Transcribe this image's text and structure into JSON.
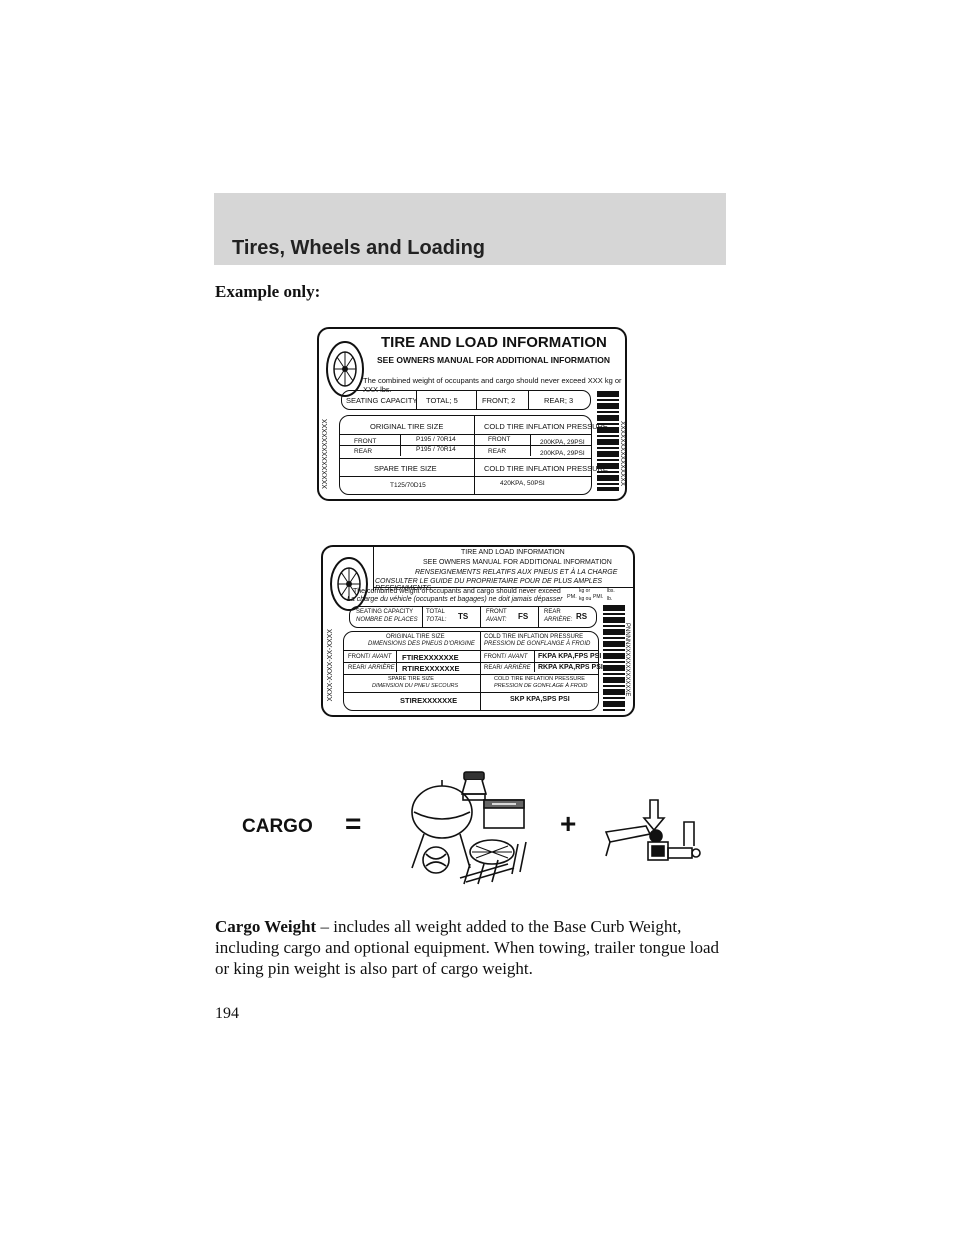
{
  "header": {
    "section_title": "Tires, Wheels and Loading"
  },
  "example_label": "Example only:",
  "label1": {
    "title": "TIRE AND LOAD INFORMATION",
    "subtitle": "SEE OWNERS MANUAL FOR ADDITIONAL INFORMATION",
    "weight_note": "The combined weight of occupants and cargo should never exceed XXX kg or XXX lbs.",
    "seating_capacity": "SEATING CAPACITY",
    "total": "TOTAL;  5",
    "front": "FRONT;  2",
    "rear": "REAR;  3",
    "original_tire_size": "ORIGINAL TIRE SIZE",
    "cold_tire_pressure": "COLD TIRE INFLATION PRESSURE",
    "front_label": "FRONT",
    "front_size": "P195 / 70R14",
    "front_label2": "FRONT",
    "front_pressure": "200KPA, 29PSI",
    "rear_label": "REAR",
    "rear_size": "P195 / 70R14",
    "rear_label2": "REAR",
    "rear_pressure": "200KPA, 29PSI",
    "spare_tire_size": "SPARE TIRE SIZE",
    "spare_cold_pressure": "COLD TIRE INFLATION PRESSURE",
    "spare_size": "T125/70D15",
    "spare_pressure": "420KPA, 50PSI",
    "side_code": "XXXXXXXXXXXXXXX",
    "side_code_right": "XXXXXXXXXXXXXXX"
  },
  "label2": {
    "title": "TIRE AND LOAD INFORMATION",
    "subtitle": "SEE OWNERS MANUAL FOR ADDITIONAL INFORMATION",
    "title_fr": "RENSEIGNEMENTS RELATIFS AUX PNEUS ET À LA CHARGE",
    "subtitle_fr": "CONSULTER LE GUIDE DU PROPRIETAIRE POUR DE PLUS AMPLES RESEIGNMENTS",
    "weight_note": "The combined weight of occupants and cargo should never exceed",
    "weight_note_fr": "La charge du véhicle (occupants et bagages) ne doit jamais dépasser",
    "pm": "PM.",
    "kg_or": "kg or",
    "kg_ou": "kg ou",
    "pml": "PMI.",
    "lbs": "lbs.",
    "lb": "lb.",
    "seating_capacity": "SEATING CAPACITY",
    "seating_capacity_fr": "NOMBRE DE PLACES",
    "total": "TOTAL",
    "total_fr": "TOTAL:",
    "ts": "TS",
    "front": "FRONT",
    "front_fr": "AVANT:",
    "fs": "FS",
    "rear": "REAR",
    "rear_fr": "ARRIÈRE:",
    "rs": "RS",
    "original_tire_size": "ORIGINAL TIRE SIZE",
    "original_tire_size_fr": "DIMENSIONS DES PNEUS D'ORIGINE",
    "cold_pressure": "COLD TIRE INFLATION PRESSURE",
    "cold_pressure_fr": "PRESSION DE GONFLANGE À FROID",
    "front_row_label": "FRONT/",
    "front_row_label_fr": "AVANT",
    "front_tire": "FTIREXXXXXXE",
    "front_row_label2": "FRONT/",
    "front_row_label2_fr": "AVANT",
    "front_pressure": "FKPA KPA,FPS PSI",
    "rear_row_label": "REAR/",
    "rear_row_label_fr": "ARRIÈRE",
    "rear_tire": "RTIREXXXXXXE",
    "rear_row_label2": "REAR/",
    "rear_row_label2_fr": "ARRIÈRE",
    "rear_pressure": "RKPA KPA,RPS PSI",
    "spare_size_label": "SPARE TIRE SIZE",
    "spare_size_label_fr": "DIMENSION DU PNEU SECOURS",
    "spare_cold_pressure": "COLD TIRE INFLATION PRESSURE",
    "spare_cold_pressure_fr": "PRESSION DE GONFLAGE À FROID",
    "spare_tire": "STIREXXXXXXE",
    "spare_pressure": "SKP KPA,SPS PSI",
    "side_code": "XXXX-XXXX-XX-XXXX",
    "side_code_right": "PNNNNXXXXXXXXXXXXE"
  },
  "cargo": {
    "word": "CARGO",
    "equals": "=",
    "plus": "+"
  },
  "body": {
    "term": "Cargo Weight",
    "text": " – includes all weight added to the Base Curb Weight, including cargo and optional equipment. When towing, trailer tongue load or king pin weight is also part of cargo weight."
  },
  "page_number": "194"
}
